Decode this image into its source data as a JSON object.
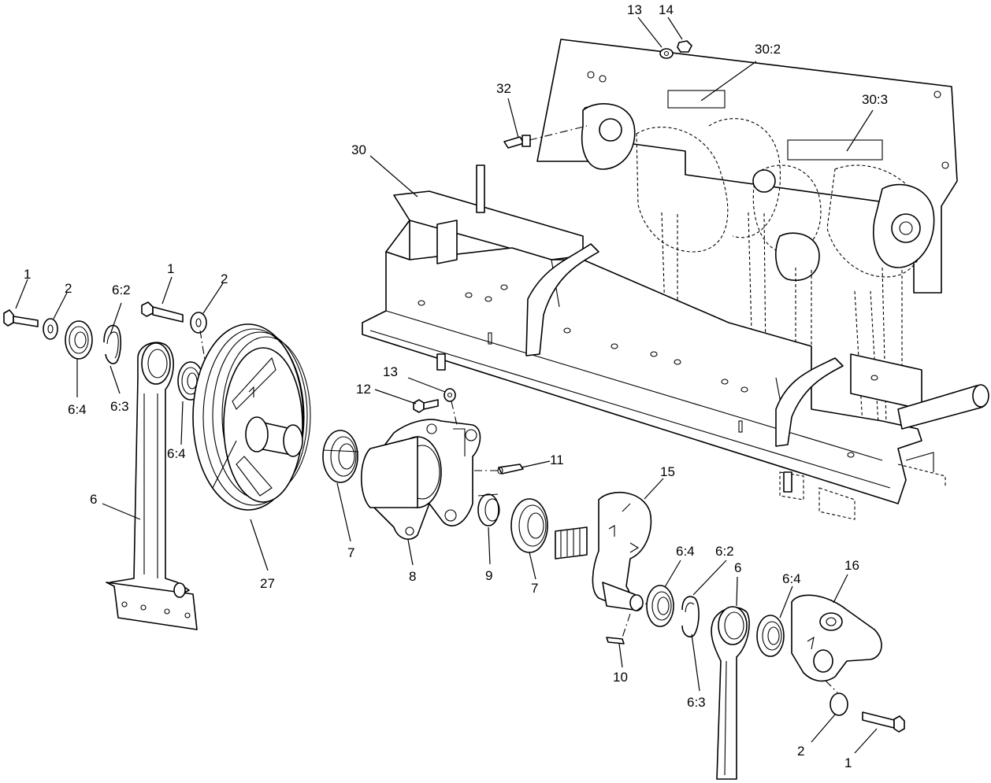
{
  "labels": {
    "c1a": "1",
    "c2a": "2",
    "c62a": "6:2",
    "c1b": "1",
    "c2b": "2",
    "c64a": "6:4",
    "c63a": "6:3",
    "c64b": "6:4",
    "c6a": "6",
    "c27": "27",
    "c7a": "7",
    "c8": "8",
    "c9": "9",
    "c7b": "7",
    "c13a": "13",
    "c12": "12",
    "c11": "11",
    "c15": "15",
    "c13b": "13",
    "c14": "14",
    "c302": "30:2",
    "c32": "32",
    "c303": "30:3",
    "c30": "30",
    "c64c": "6:4",
    "c62b": "6:2",
    "c6b": "6",
    "c64d": "6:4",
    "c16": "16",
    "c10": "10",
    "c63b": "6:3",
    "c2c": "2",
    "c1c": "1"
  }
}
